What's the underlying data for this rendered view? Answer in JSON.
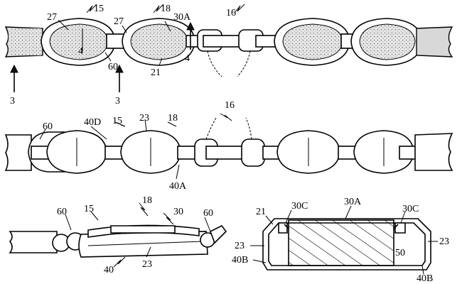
{
  "figure_top": {
    "labels": {
      "l15": "15",
      "l18": "18",
      "l16": "16",
      "l27a": "27",
      "l27b": "27",
      "l30A": "30A",
      "l4a": "4",
      "l4b": "4",
      "l60": "60",
      "l21": "21",
      "l3a": "3",
      "l3b": "3"
    }
  },
  "figure_middle": {
    "labels": {
      "l16": "16",
      "l60": "60",
      "l40D": "40D",
      "l15": "15",
      "l23": "23",
      "l18": "18",
      "l40A": "40A"
    }
  },
  "figure_bottom_left": {
    "labels": {
      "l18": "18",
      "l60a": "60",
      "l15": "15",
      "l30": "30",
      "l60b": "60",
      "l40": "40",
      "l23": "23"
    }
  },
  "figure_bottom_right": {
    "labels": {
      "l21": "21",
      "l30C_left": "30C",
      "l30A": "30A",
      "l30C_right": "30C",
      "l23_left": "23",
      "l23_right": "23",
      "l50": "50",
      "l40B_left": "40B",
      "l40B_right": "40B"
    }
  }
}
